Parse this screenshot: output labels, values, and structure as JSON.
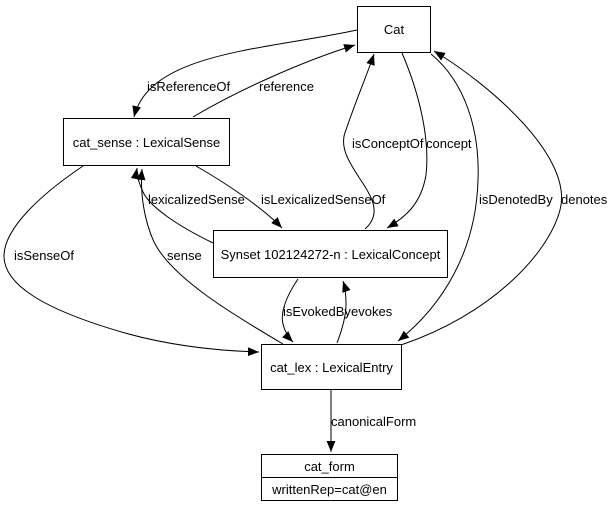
{
  "diagram": {
    "type": "directed-graph",
    "colors": {
      "background": "#ffffff",
      "line": "#000000",
      "text": "#000000",
      "node_fill": "#ffffff"
    },
    "nodes": {
      "cat": {
        "label": "Cat"
      },
      "cat_sense": {
        "label": "cat_sense : LexicalSense"
      },
      "synset": {
        "label": "Synset 102124272-n : LexicalConcept"
      },
      "cat_lex": {
        "label": "cat_lex : LexicalEntry"
      },
      "cat_form": {
        "title": "cat_form",
        "attribute": "writtenRep=cat@en"
      }
    },
    "edges": [
      {
        "from": "Cat",
        "to": "cat_sense",
        "label": "isReferenceOf"
      },
      {
        "from": "cat_sense",
        "to": "Cat",
        "label": "reference"
      },
      {
        "from": "Synset 102124272-n",
        "to": "Cat",
        "label": "isConceptOf"
      },
      {
        "from": "Cat",
        "to": "Synset 102124272-n",
        "label": "concept"
      },
      {
        "from": "Cat",
        "to": "cat_lex",
        "label": "isDenotedBy"
      },
      {
        "from": "cat_lex",
        "to": "Cat",
        "label": "denotes"
      },
      {
        "from": "Synset 102124272-n",
        "to": "cat_sense",
        "label": "lexicalizedSense"
      },
      {
        "from": "cat_sense",
        "to": "Synset 102124272-n",
        "label": "isLexicalizedSenseOf"
      },
      {
        "from": "cat_sense",
        "to": "cat_lex",
        "label": "isSenseOf"
      },
      {
        "from": "cat_lex",
        "to": "cat_sense",
        "label": "sense"
      },
      {
        "from": "Synset 102124272-n",
        "to": "cat_lex",
        "label": "isEvokedBy"
      },
      {
        "from": "cat_lex",
        "to": "Synset 102124272-n",
        "label": "evokes"
      },
      {
        "from": "cat_lex",
        "to": "cat_form",
        "label": "canonicalForm"
      }
    ]
  }
}
